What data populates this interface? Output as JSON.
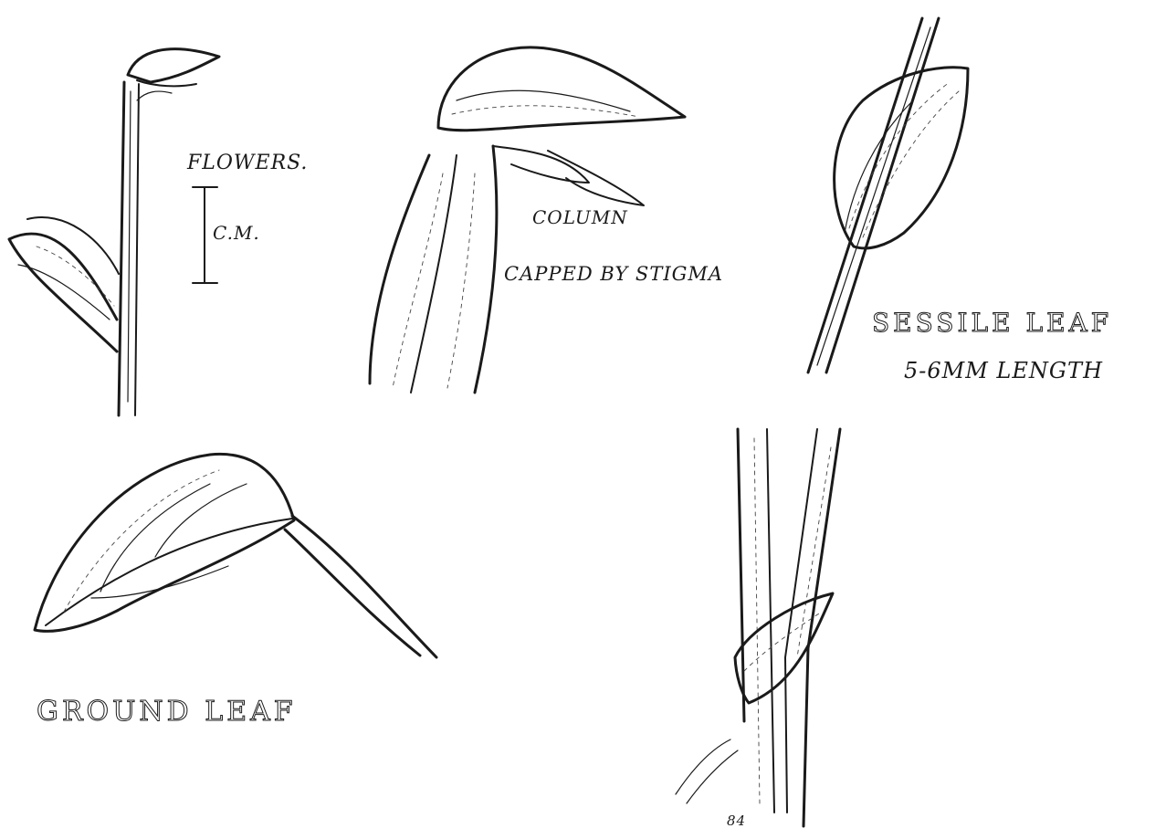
{
  "labels": {
    "flowers": "FLOWERS.",
    "scale": "C.M.",
    "column": "COLUMN",
    "capped": "CAPPED BY STIGMA",
    "sessile_leaf": "SESSILE LEAF",
    "length": "5-6MM LENGTH",
    "ground_leaf": "GROUND LEAF",
    "page_number": "84"
  }
}
